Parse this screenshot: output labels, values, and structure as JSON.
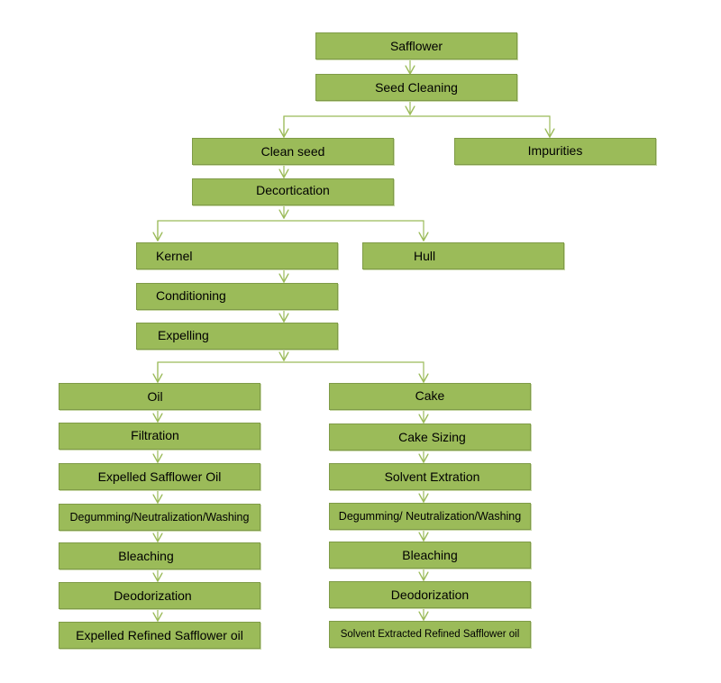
{
  "nodes": {
    "safflower": "Safflower",
    "seed_cleaning": "Seed Cleaning",
    "clean_seed": "Clean seed",
    "impurities": "Impurities",
    "decortication": "Decortication",
    "kernel": "Kernel",
    "hull": "Hull",
    "conditioning": "Conditioning",
    "expelling": "Expelling",
    "oil": "Oil",
    "cake": "Cake",
    "filtration": "Filtration",
    "cake_sizing": "Cake Sizing",
    "expelled_safflower_oil": "Expelled Safflower Oil",
    "solvent_extration": "Solvent Extration",
    "degumming_left": "Degumming/Neutralization/Washing",
    "degumming_right": "Degumming/ Neutralization/Washing",
    "bleaching_left": "Bleaching",
    "bleaching_right": "Bleaching",
    "deodorization_left": "Deodorization",
    "deodorization_right": "Deodorization",
    "expelled_refined_oil": "Expelled Refined Safflower oil",
    "solvent_refined_oil": "Solvent Extracted Refined Safflower oil"
  },
  "colors": {
    "box_fill": "#9bbb59",
    "box_border": "#7f9b48",
    "connector": "#9bbb59"
  }
}
